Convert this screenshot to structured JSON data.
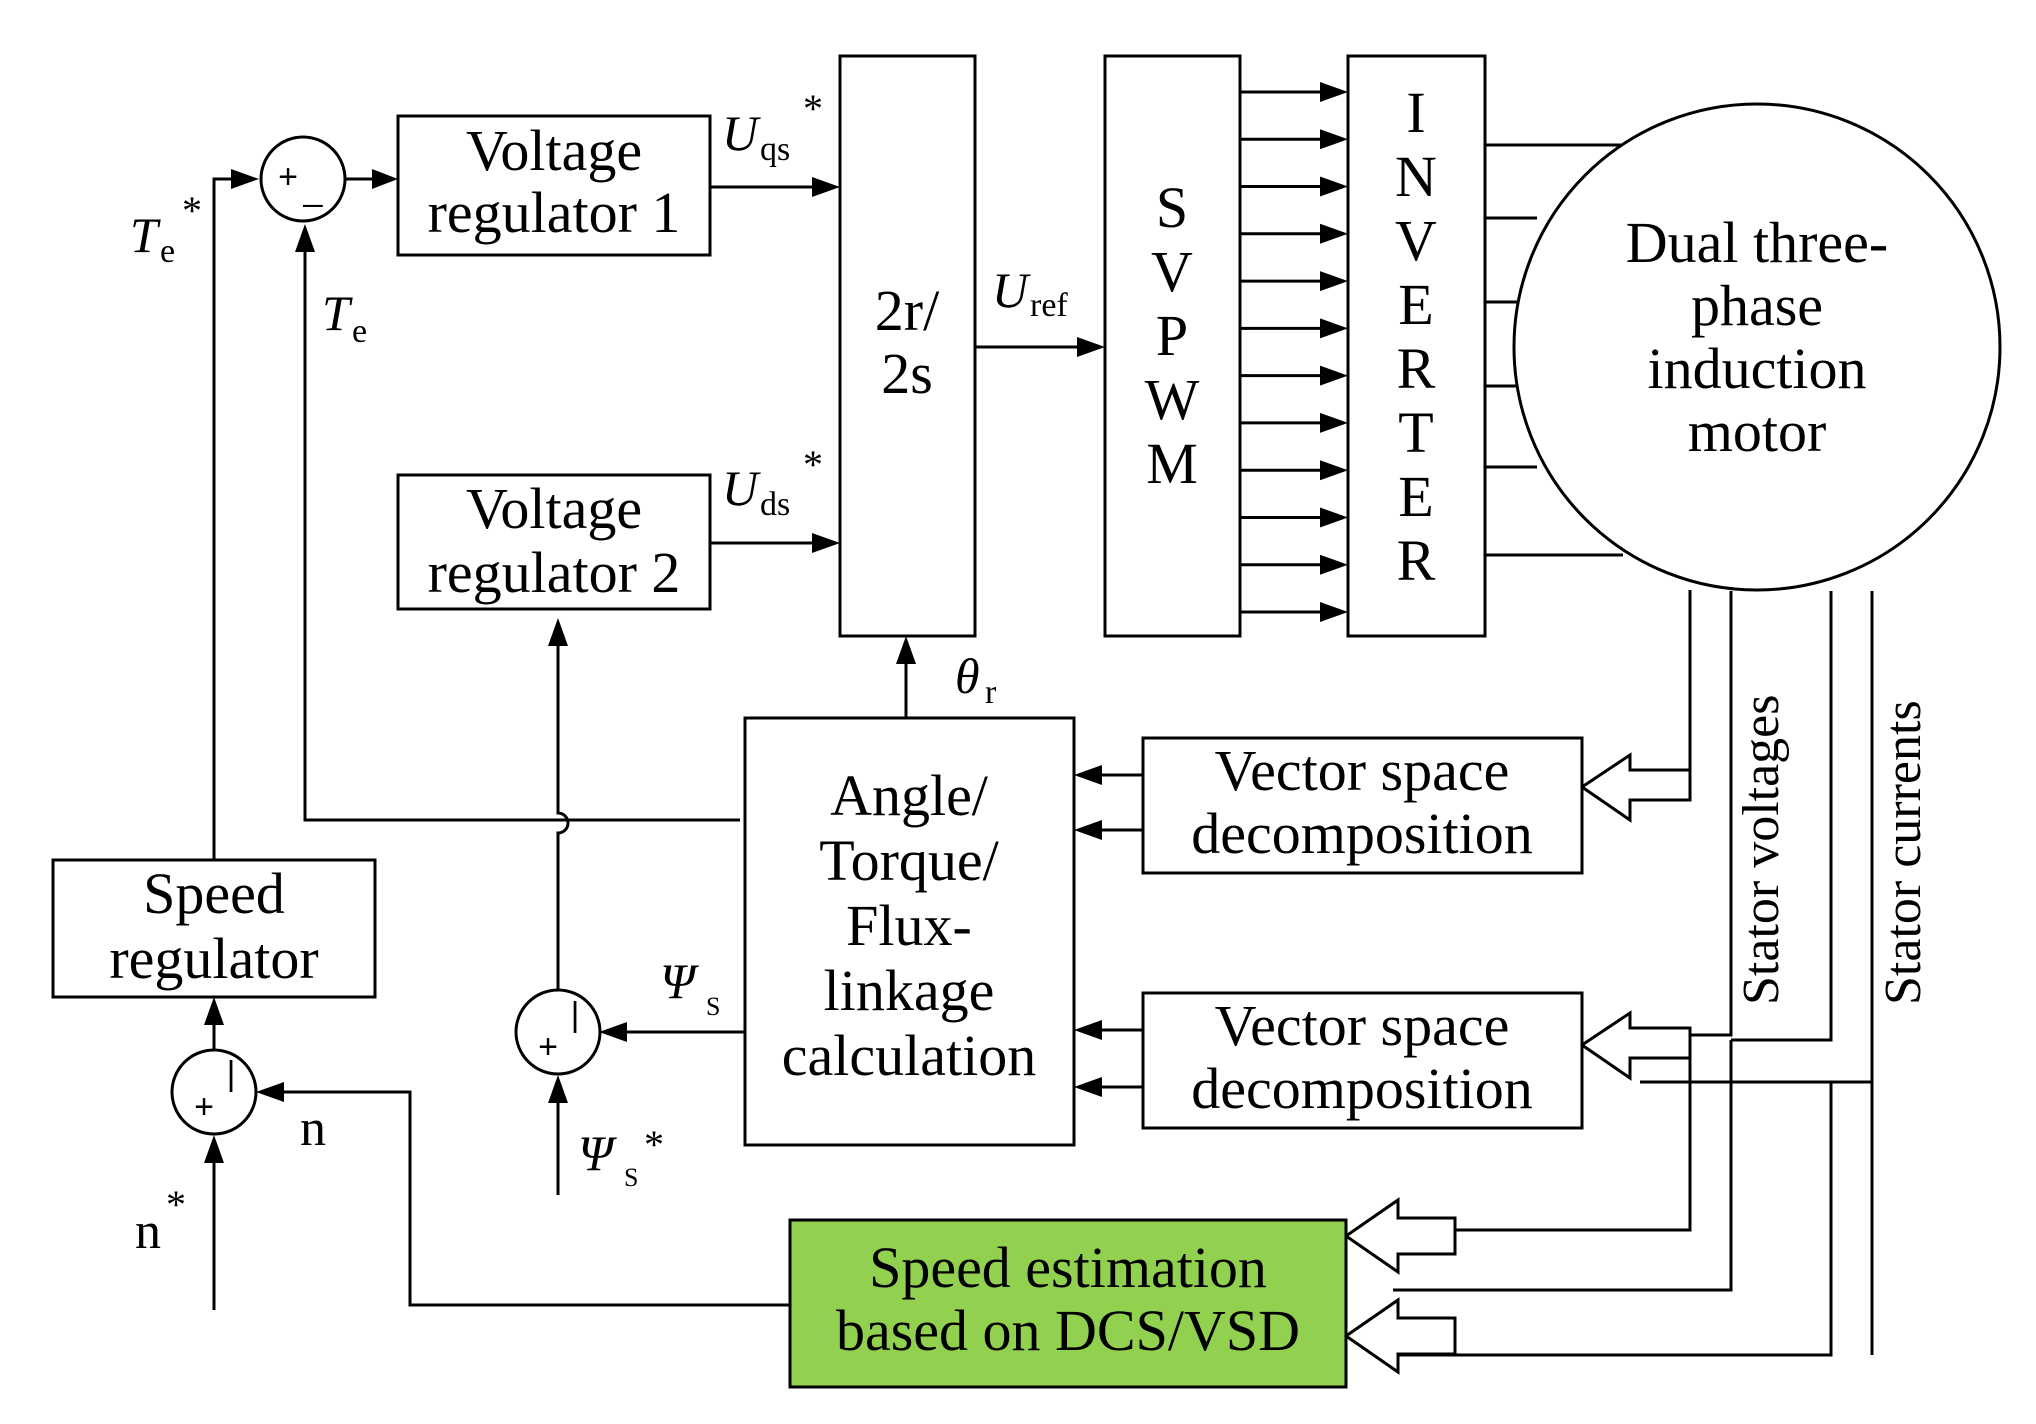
{
  "colors": {
    "line": "#000000",
    "block_fill": "#ffffff",
    "estimator_fill": "#92d050"
  },
  "blocks": {
    "voltage_regulator_1": [
      "Voltage",
      "regulator 1"
    ],
    "voltage_regulator_2": [
      "Voltage",
      "regulator 2"
    ],
    "transform": [
      "2r/",
      "2s"
    ],
    "svpwm": [
      "S",
      "V",
      "P",
      "W",
      "M"
    ],
    "inverter": [
      "I",
      "N",
      "V",
      "E",
      "R",
      "T",
      "E",
      "R"
    ],
    "motor": [
      "Dual three-",
      "phase",
      "induction",
      "motor"
    ],
    "speed_regulator": [
      "Speed",
      "regulator"
    ],
    "calculation": [
      "Angle/",
      "Torque/",
      "Flux-",
      "linkage",
      "calculation"
    ],
    "vsd_top": [
      "Vector space",
      "decomposition"
    ],
    "vsd_bottom": [
      "Vector space",
      "decomposition"
    ],
    "speed_estimation": [
      "Speed estimation",
      "based on DCS/VSD"
    ]
  },
  "signals": {
    "te_ref": {
      "main": "T",
      "sub": "e",
      "sup": "*"
    },
    "te": {
      "main": "T",
      "sub": "e"
    },
    "uqs": {
      "main": "U",
      "sub": "qs",
      "sup": "*"
    },
    "uds": {
      "main": "U",
      "sub": "ds",
      "sup": "*"
    },
    "uref": {
      "main": "U",
      "sub": "ref"
    },
    "theta": {
      "main": "θ",
      "sub": "r"
    },
    "psi_s": {
      "main": "Ψ",
      "sub": "S"
    },
    "psi_s_ref": {
      "main": "Ψ",
      "sub": "S",
      "sup": "*"
    },
    "n": "n",
    "n_ref": {
      "main": "n",
      "sup": "*"
    },
    "stator_voltages": "Stator voltages",
    "stator_currents": "Stator currents"
  },
  "summing": {
    "torque": {
      "plus": "+",
      "minus": "_"
    },
    "flux": {
      "plus": "+",
      "minus": "|"
    },
    "speed": {
      "plus": "+",
      "minus": "|"
    }
  }
}
